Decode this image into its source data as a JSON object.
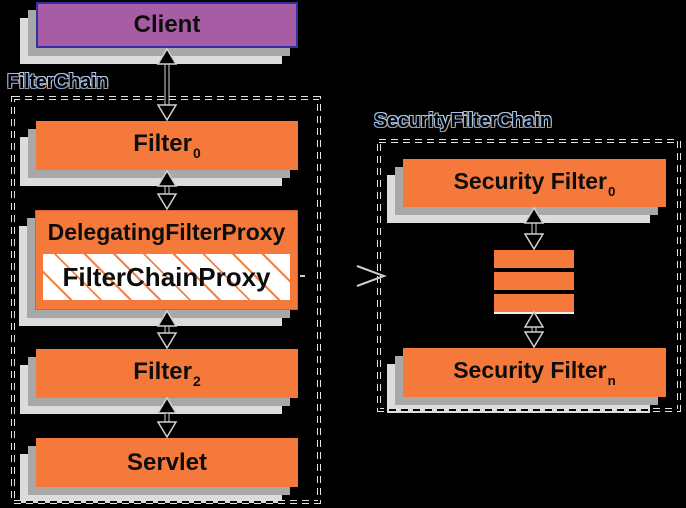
{
  "colors": {
    "orange": "#F5793B",
    "purple": "#A85CA3",
    "client_border": "#3232A0",
    "shadow_dark": "#A8A8A8",
    "shadow_light": "#DCDCDC",
    "dash": "#E2E2E2",
    "hatch": "#F08249",
    "text": "#0D0D0D",
    "background": "#000000",
    "fringe_blue": "#9FC1E8",
    "fringe_orange": "#C98A55"
  },
  "client": {
    "label": "Client"
  },
  "filter_chain": {
    "label": "FilterChain",
    "filter0": {
      "base": "Filter",
      "sub": "0"
    },
    "delegating_filter_proxy": {
      "label": "DelegatingFilterProxy"
    },
    "filter_chain_proxy": {
      "label": "FilterChainProxy"
    },
    "filter2": {
      "base": "Filter",
      "sub": "2"
    },
    "servlet": {
      "label": "Servlet"
    }
  },
  "security_filter_chain": {
    "label": "SecurityFilterChain",
    "security_filter0": {
      "base": "Security Filter",
      "sub": "0"
    },
    "ellipsis_bar_count": 3,
    "security_filtern": {
      "base": "Security Filter",
      "sub": "n"
    }
  }
}
